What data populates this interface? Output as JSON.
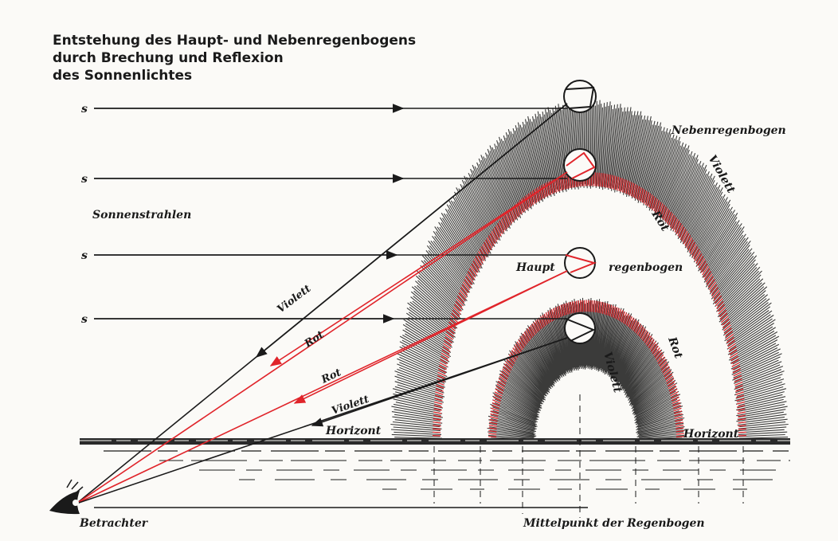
{
  "title": {
    "line1": "Entstehung des Haupt- und Nebenregenbogens",
    "line2": "durch Brechung und Reflexion",
    "line3": "des Sonnenlichtes"
  },
  "labels": {
    "sun_ray": "s",
    "sun_rays": "Sonnenstrahlen",
    "secondary_bow": "Nebenregenbogen",
    "primary_bow_left": "Haupt",
    "primary_bow_right": "regenbogen",
    "violet": "Violett",
    "red": "Rot",
    "horizon": "Horizont",
    "observer": "Betrachter",
    "center": "Mittelpunkt der Regenbogen"
  },
  "colors": {
    "ink": "#1a1a1a",
    "red": "#e0242a",
    "paper": "#fbfaf7"
  }
}
